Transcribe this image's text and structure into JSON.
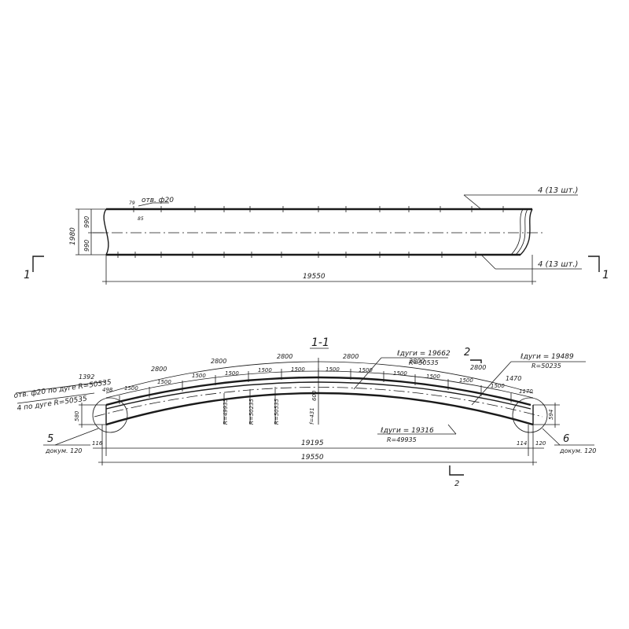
{
  "plan": {
    "hole_label": "отв. ф20",
    "dim_79": "79",
    "dim_85": "85",
    "height_total": "1980",
    "height_top": "990",
    "height_bottom": "990",
    "length": "19550",
    "leader_top": "4 (13 шт.)",
    "leader_bottom": "4 (13 шт.)",
    "section_mark_left": "1",
    "section_mark_right": "1"
  },
  "section": {
    "title": "1-1",
    "hole_note": "отв. ф20 по дуге R=50535",
    "item4_note": "4 по дуге R=50535",
    "top_spacing": [
      "1392",
      "2800",
      "2800",
      "2800",
      "2800",
      "2800",
      "1470"
    ],
    "sub_spacing": [
      "498",
      "1500",
      "1500",
      "1500",
      "1500",
      "1500",
      "1500",
      "1500",
      "1500",
      "1500",
      "1500",
      "1500",
      "1500",
      "1170"
    ],
    "extra_2800_top": "2800",
    "arc_top_len": "ℓдуги = 19662",
    "arc_top_r": "R=50535",
    "arc_right_len": "ℓдуги = 19489",
    "arc_right_r": "R=50235",
    "arc_bottom_len": "ℓдуги = 19316",
    "arc_bottom_r": "R=49935",
    "marker_2": "2",
    "left_height": "580",
    "right_height": "594",
    "mid_height": "600",
    "radius_1": "R=49935",
    "radius_2": "R=50235",
    "radius_3": "R=50535",
    "f_label": "f=431",
    "node_left_num": "5",
    "node_left_doc": "докум. 120",
    "node_right_num": "6",
    "node_right_doc": "докум. 120",
    "dim_116": "116",
    "dim_114": "114",
    "dim_120": "120",
    "chord_inner": "19195",
    "chord_total": "19550",
    "section_mark_2": "2"
  }
}
